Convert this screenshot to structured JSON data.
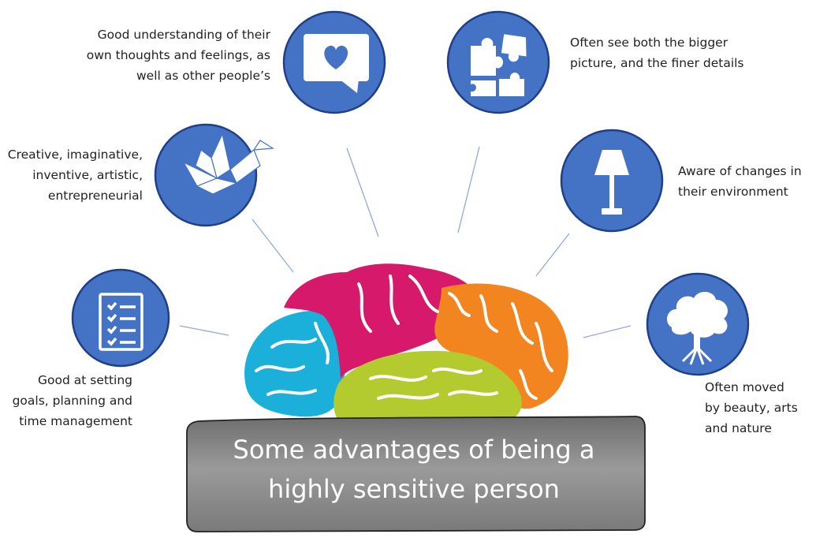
{
  "banner": {
    "line1": "Some advantages of being a",
    "line2": "highly sensitive person"
  },
  "colors": {
    "circle_fill": "#4472C4",
    "circle_stroke": "#1f3f87",
    "connector": "#8faad9",
    "brain_cyan": "#1ab0d9",
    "brain_magenta": "#d6196b",
    "brain_orange": "#f2851f",
    "brain_lime": "#b3cb2f",
    "banner_fill": "#8a8a8a"
  },
  "advantages": [
    {
      "icon": "checklist-icon",
      "lines": [
        "Good at setting",
        "goals, planning  and",
        "time management"
      ]
    },
    {
      "icon": "origami-crane-icon",
      "lines": [
        "Creative, imaginative,",
        "inventive, artistic,",
        "entrepreneurial"
      ]
    },
    {
      "icon": "heart-speech-bubble-icon",
      "lines": [
        "Good understanding of their",
        "own thoughts and feelings, as",
        "well as other people’s"
      ]
    },
    {
      "icon": "puzzle-icon",
      "lines": [
        "Often see both the bigger",
        "picture, and the finer details"
      ]
    },
    {
      "icon": "lamp-icon",
      "lines": [
        "Aware of changes in",
        "their environment"
      ]
    },
    {
      "icon": "tree-icon",
      "lines": [
        "Often moved",
        "by beauty, arts",
        "and nature"
      ]
    }
  ]
}
